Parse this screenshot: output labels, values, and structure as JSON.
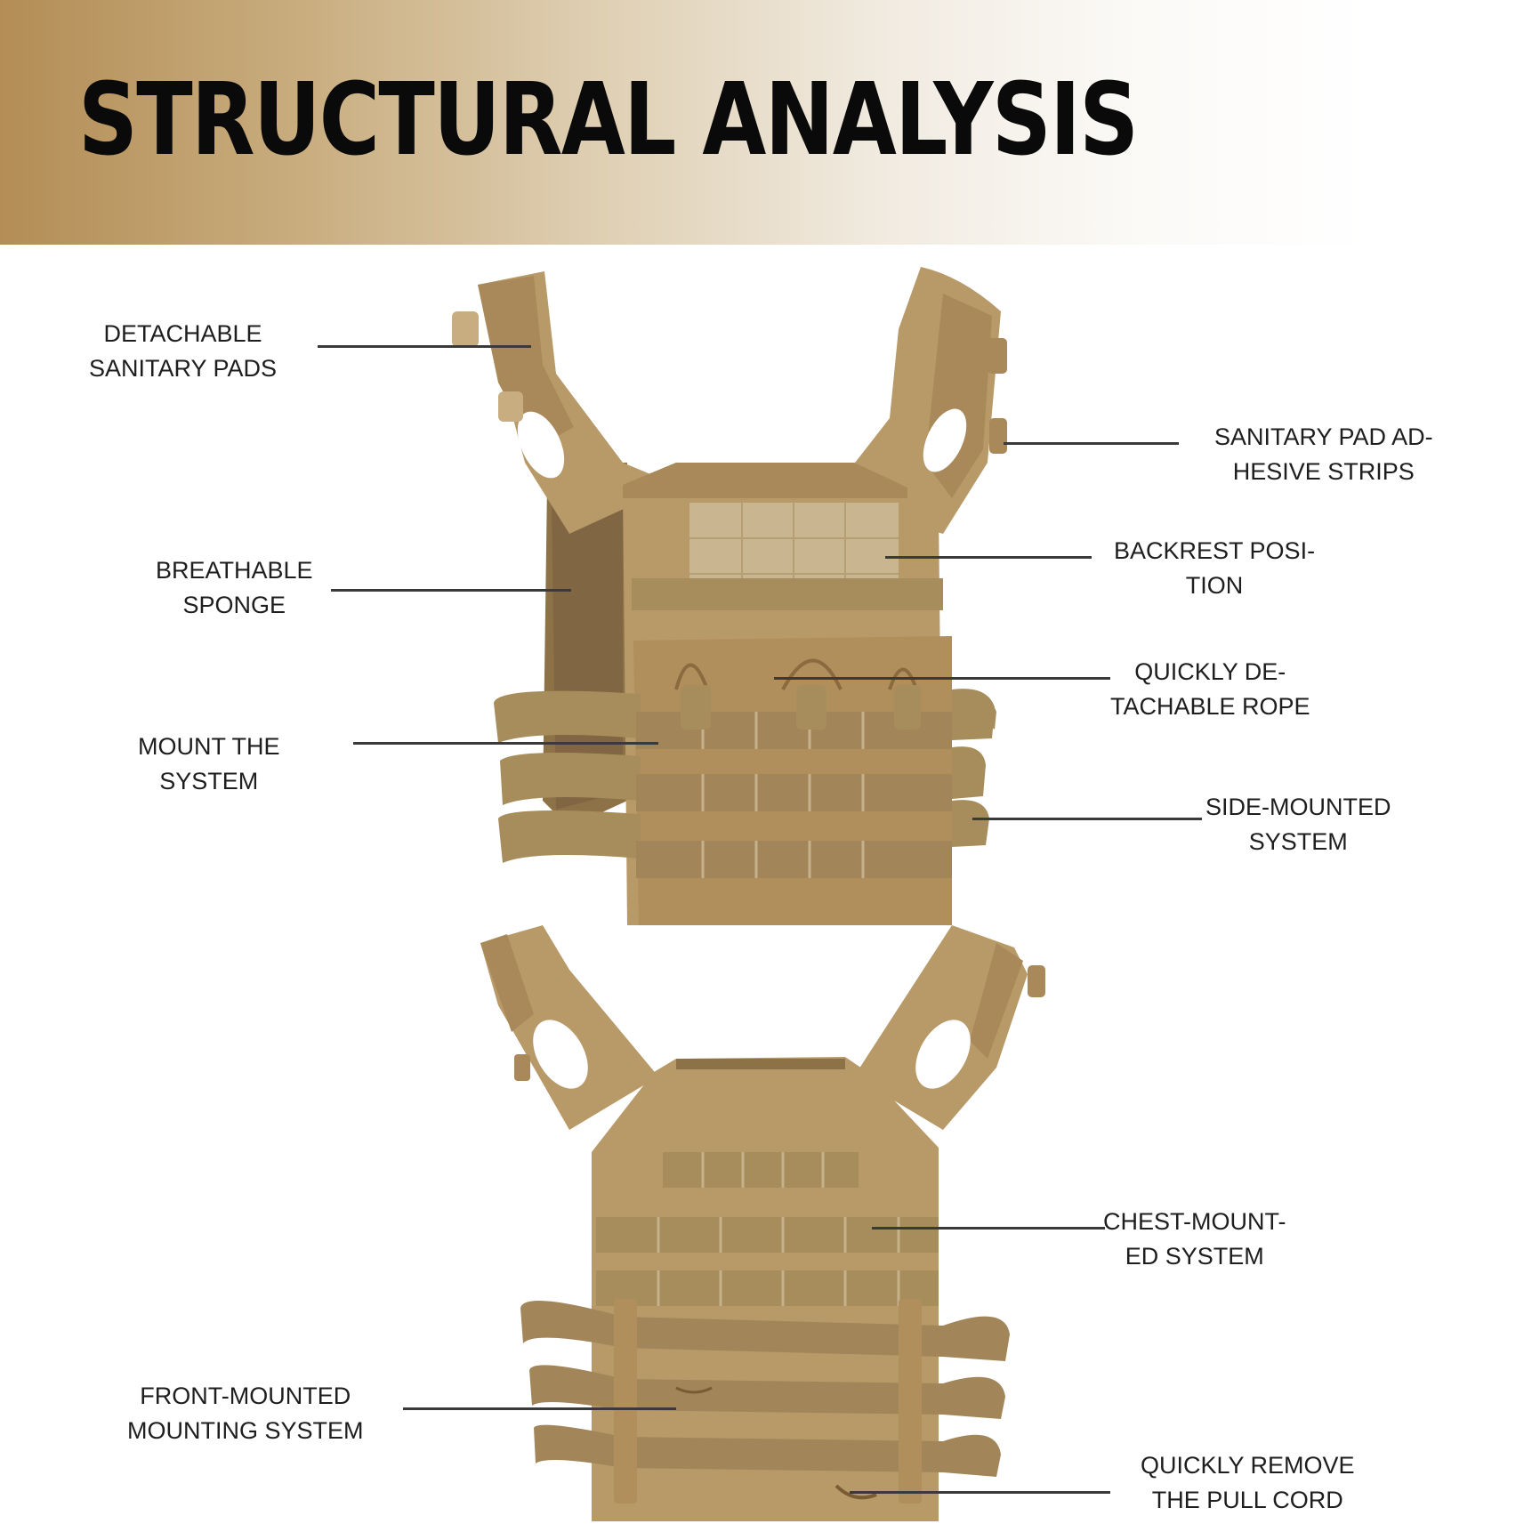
{
  "title": "STRUCTURAL ANALYSIS",
  "colors": {
    "header_gradient_start": "#b38d55",
    "header_gradient_end": "#ffffff",
    "vest_tan": "#b89968",
    "vest_dark": "#9a7c4c",
    "webbing": "#a88d5c"
  },
  "labels": {
    "detachable_pads": [
      "DETACHABLE",
      "SANITARY PADS"
    ],
    "adhesive_strips": [
      "SANITARY PAD AD-",
      "HESIVE STRIPS"
    ],
    "breathable_sponge": [
      "BREATHABLE",
      "SPONGE"
    ],
    "backrest_position": [
      "BACKREST POSI-",
      "TION"
    ],
    "detachable_rope": [
      "QUICKLY DE-",
      "TACHABLE ROPE"
    ],
    "mount_system": [
      "MOUNT THE",
      "SYSTEM"
    ],
    "side_mounted": [
      "SIDE-MOUNTED",
      "SYSTEM"
    ],
    "chest_mounted": [
      "CHEST-MOUNT-",
      "ED SYSTEM"
    ],
    "front_mounted": [
      "FRONT-MOUNTED",
      "MOUNTING SYSTEM"
    ],
    "pull_cord": [
      "QUICKLY REMOVE",
      "THE PULL CORD"
    ]
  },
  "images": {
    "top_vest": "tactical-vest-back-view",
    "bottom_vest": "tactical-vest-front-view"
  }
}
